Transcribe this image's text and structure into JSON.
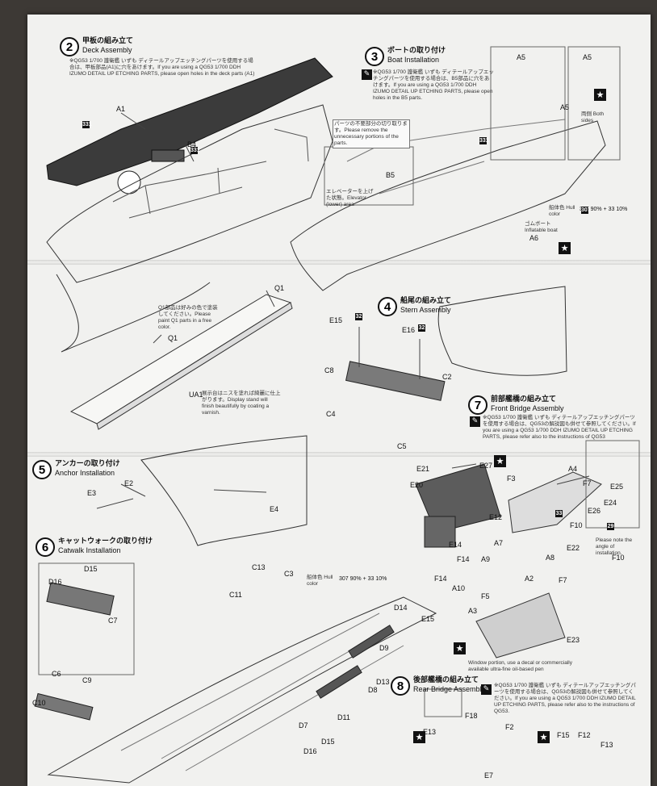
{
  "steps": {
    "deck": {
      "number": "2",
      "title_jp": "甲板の組み立て",
      "title_en": "Deck Assembly",
      "note": "※QG53 1/700 護衛艦 いずも ディテールアップエッチングパーツを使用する場合は、甲板部品(A1)に穴をあけます。If you are using a QG53 1/700 DDH IZUMO DETAIL UP ETCHING PARTS, please open holes in the deck parts (A1)"
    },
    "boat": {
      "number": "3",
      "title_jp": "ボートの取り付け",
      "title_en": "Boat Installation",
      "note": "※QG53 1/700 護衛艦 いずも ディテールアップエッチングパーツを使用する場合は、B5部品に穴をあけます。If you are using a QG53 1/700 DDH IZUMO DETAIL UP ETCHING PARTS, please open holes in the B5 parts."
    },
    "stern": {
      "number": "4",
      "title_jp": "船尾の組み立て",
      "title_en": "Stern Assembly"
    },
    "anchor": {
      "number": "5",
      "title_jp": "アンカーの取り付け",
      "title_en": "Anchor Installation"
    },
    "catwalk": {
      "number": "6",
      "title_jp": "キャットウォークの取り付け",
      "title_en": "Catwalk Installation"
    },
    "front_bridge": {
      "number": "7",
      "title_jp": "前部艦橋の組み立て",
      "title_en": "Front Bridge Assembly",
      "note": "※QG53 1/700 護衛艦 いずも ディテールアップエッチングパーツを使用する場合は、QG53の解説図も併せて参照してください。If you are using a QG53 1/700 DDH IZUMO DETAIL UP ETCHING PARTS, please refer also to the instructions of QG53"
    },
    "rear_bridge": {
      "number": "8",
      "title_jp": "後部艦橋の組み立て",
      "title_en": "Rear Bridge Assembly",
      "note": "※QG53 1/700 護衛艦 いずも ディテールアップエッチングパーツを使用する場合は、QG53の解説図も併せて参照してください。If you are using a QG53 1/700 DDH IZUMO DETAIL UP ETCHING PARTS, please refer also to the instructions of QG53."
    }
  },
  "callouts": {
    "remove_parts": "パーツの不要部分の切り取ります。Please remove the unnecessary portions of the parts.",
    "elevator": "エレベーターを上げた状態。Elevator (lower) area",
    "inflatable": "ゴムボート Inflatable boat",
    "both_sides": "両側 Both sides",
    "q1_note": "Q1部品は好みの色で塗装してください。Please paint Q1 parts in a free color.",
    "stand_note": "展示台はニスを塗れば綺麗に仕上がります。Display stand will finish beautifully by coating a varnish.",
    "hull_color": "船体色 Hull color",
    "color_mix": "307 90% + 33 10%",
    "window_note": "Window portion, use a decal or commercially available ultra-fine oil-based pen",
    "f10_note": "Please note the angle of installation."
  },
  "labels": [
    "A1",
    "B4",
    "A5",
    "A5",
    "A5",
    "B5",
    "A6",
    "Q1",
    "Q1",
    "UA1",
    "E15",
    "E16",
    "C8",
    "C2",
    "C4",
    "C5",
    "E2",
    "E3",
    "E4",
    "C13",
    "C3",
    "C11",
    "D15",
    "D16",
    "C7",
    "C6",
    "C9",
    "C10",
    "D14",
    "D9",
    "D8",
    "D13",
    "D11",
    "D7",
    "D15",
    "D16",
    "E21",
    "E20",
    "E27",
    "F3",
    "E14",
    "E12",
    "A4",
    "E25",
    "F7",
    "E24",
    "E26",
    "E22",
    "F10",
    "A7",
    "A8",
    "F14",
    "A9",
    "A2",
    "A10",
    "F5",
    "A3",
    "F7",
    "E15",
    "E23",
    "E13",
    "F18",
    "F2",
    "F15",
    "F12",
    "F13",
    "E7",
    "F10",
    "F14"
  ],
  "part_numbers": {
    "p331": "331",
    "p32": "32",
    "p33": "33",
    "p307": "307",
    "p29": "29"
  },
  "colors": {
    "deck": "#3b3b3b",
    "paper": "#f1f1ef",
    "line": "#333333"
  }
}
